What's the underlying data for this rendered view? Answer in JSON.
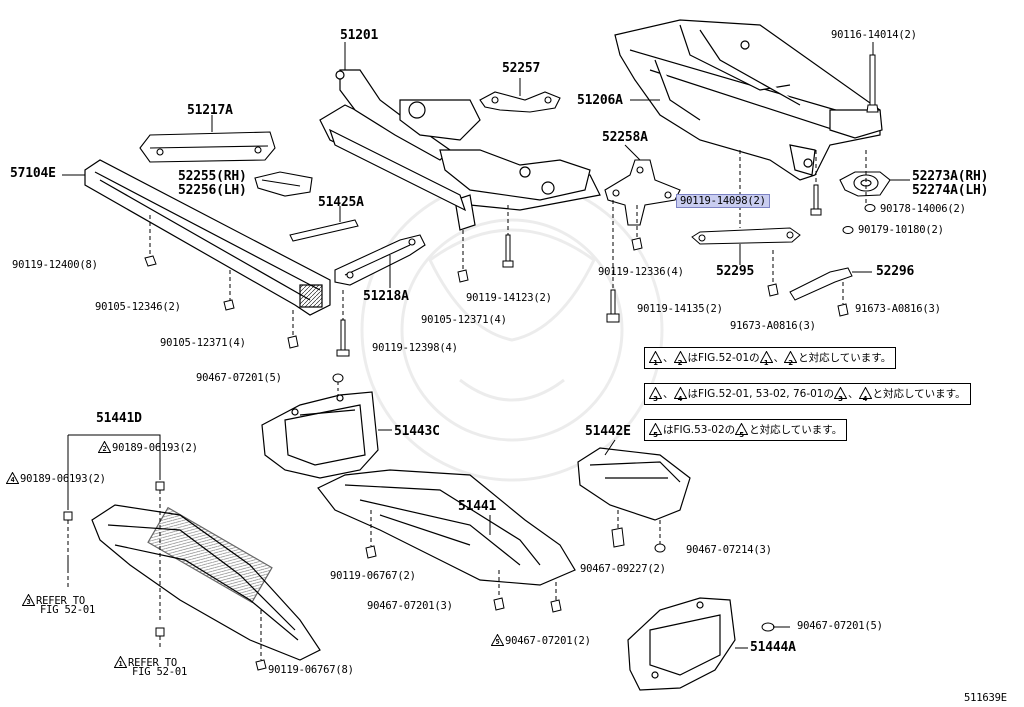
{
  "diagram_code": "511639E",
  "parts": {
    "p51201": "51201",
    "p52257": "52257",
    "p90116_14014": "90116-14014(2)",
    "p51206A": "51206A",
    "p51217A": "51217A",
    "p52258A": "52258A",
    "p57104E": "57104E",
    "p52255": "52255(RH)",
    "p52256": "52256(LH)",
    "p52273A": "52273A(RH)",
    "p52274A": "52274A(LH)",
    "p90119_14098": "90119-14098(2)",
    "p90178_14006": "90178-14006(2)",
    "p51425A": "51425A",
    "p90179_10180": "90179-10180(2)",
    "p90119_12400": "90119-12400(8)",
    "p90119_12336": "90119-12336(4)",
    "p52295": "52295",
    "p52296": "52296",
    "p51218A": "51218A",
    "p90119_14123": "90119-14123(2)",
    "p90105_12346": "90105-12346(2)",
    "p90119_14135": "90119-14135(2)",
    "p91673_A0816_3a": "91673-A0816(3)",
    "p91673_A0816_3b": "91673-A0816(3)",
    "p90105_12371_4": "90105-12371(4)",
    "p90105_12371_4b": "90105-12371(4)",
    "p90119_12398": "90119-12398(4)",
    "p90467_07201_5a": "90467-07201(5)",
    "p51441D": "51441D",
    "p51443C": "51443C",
    "p51442E": "51442E",
    "p90189_06193_2a": "90189-06193(2)",
    "p90189_06193_2b": "90189-06193(2)",
    "p51441": "51441",
    "refer1_line1": "REFER TO",
    "refer1_line2": "FIG 52-01",
    "refer3_line1": "REFER TO",
    "refer3_line2": "FIG 52-01",
    "p90119_06767_2": "90119-06767(2)",
    "p90467_09227": "90467-09227(2)",
    "p90467_07214": "90467-07214(3)",
    "p90467_07201_3": "90467-07201(3)",
    "p90467_07201_2": "90467-07201(2)",
    "p90467_07201_5b": "90467-07201(5)",
    "p51444A": "51444A",
    "p90119_06767_8": "90119-06767(8)"
  },
  "badges": {
    "b1": "1",
    "b2": "2",
    "b3": "3",
    "b4": "4",
    "b5": "5"
  },
  "notes": {
    "note1_a": "、",
    "note1_b": "はFIG.52-01の",
    "note1_c": "、",
    "note1_d": "と対応しています。",
    "note2_a": "、",
    "note2_b": "はFIG.52-01, 53-02, 76-01の",
    "note2_c": "、",
    "note2_d": "と対応しています。",
    "note3_a": "はFIG.53-02の",
    "note3_b": "と対応しています。"
  },
  "highlight_color": "#c9cdf0"
}
